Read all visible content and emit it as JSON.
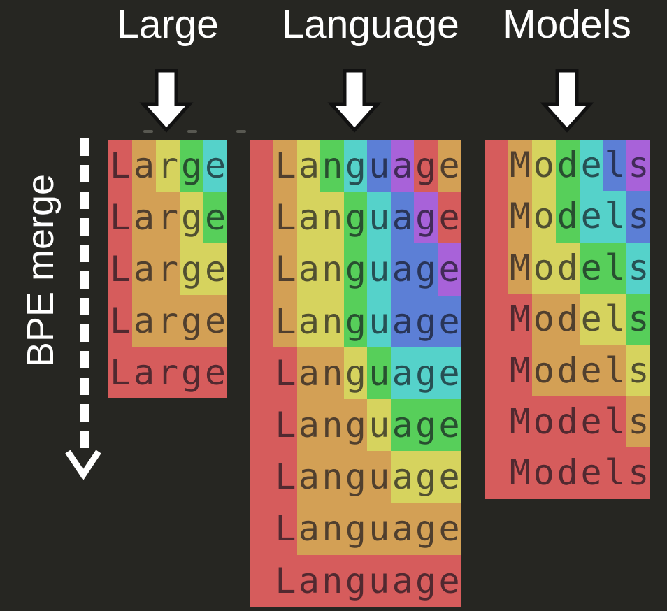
{
  "side_label": "BPE merge",
  "palette": [
    "#d65c5c",
    "#d3a055",
    "#d6d35e",
    "#57cf5a",
    "#55d2ca",
    "#5c7fd6",
    "#a862d9"
  ],
  "colors": {
    "background": "#262622",
    "header_text": "#ffffff",
    "token_text": "rgba(18,18,28,0.68)",
    "arrow_fill": "#ffffff",
    "arrow_outline": "#111111"
  },
  "columns": [
    {
      "header": "Large",
      "word": "Large",
      "rows": [
        [
          "L",
          "a",
          "r",
          "g",
          "e"
        ],
        [
          "L",
          "ar",
          "g",
          "e"
        ],
        [
          "L",
          "ar",
          "ge"
        ],
        [
          "L",
          "arge"
        ],
        [
          "Large"
        ]
      ]
    },
    {
      "header": "Language",
      "word": " Language",
      "rows": [
        [
          " ",
          "L",
          "a",
          "n",
          "g",
          "u",
          "a",
          "g",
          "e"
        ],
        [
          " ",
          "L",
          "an",
          "g",
          "u",
          "a",
          "g",
          "e"
        ],
        [
          " ",
          "L",
          "an",
          "g",
          "u",
          "ag",
          "e"
        ],
        [
          " ",
          "L",
          "an",
          "g",
          "u",
          "age"
        ],
        [
          " L",
          "an",
          "g",
          "u",
          "age"
        ],
        [
          " L",
          "ang",
          "u",
          "age"
        ],
        [
          " L",
          "angu",
          "age"
        ],
        [
          " L",
          "anguage"
        ],
        [
          " Language"
        ]
      ]
    },
    {
      "header": "Models",
      "word": " Models",
      "rows": [
        [
          " ",
          "M",
          "o",
          "d",
          "e",
          "l",
          "s"
        ],
        [
          " ",
          "M",
          "o",
          "d",
          "el",
          "s"
        ],
        [
          " ",
          "M",
          "od",
          "el",
          "s"
        ],
        [
          " M",
          "od",
          "el",
          "s"
        ],
        [
          " M",
          "odel",
          "s"
        ],
        [
          " Model",
          "s"
        ],
        [
          " Models"
        ]
      ]
    }
  ]
}
